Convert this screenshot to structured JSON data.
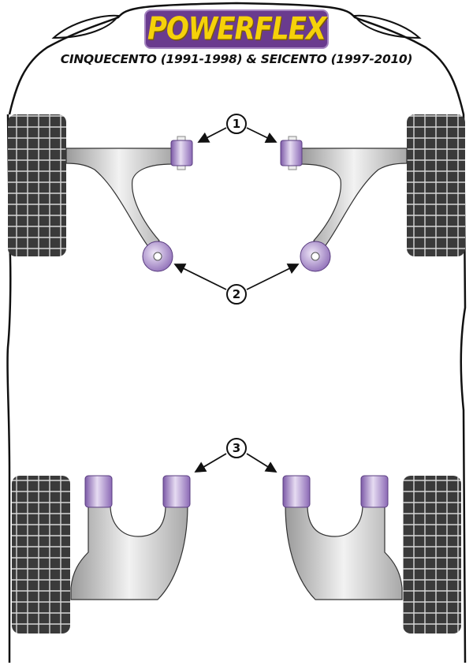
{
  "brand": {
    "logo_text": "POWERFLEX",
    "bg_color": "#6a3b8e",
    "text_color": "#f5d10a"
  },
  "title": "CINQUECENTO (1991-1998) & SEICENTO (1997-2010)",
  "callouts": [
    {
      "label": "1"
    },
    {
      "label": "2"
    },
    {
      "label": "3"
    }
  ],
  "colors": {
    "bush": "#9b7fc4",
    "arm": "#c8c8c8",
    "tyre": "#3a3a3a"
  }
}
